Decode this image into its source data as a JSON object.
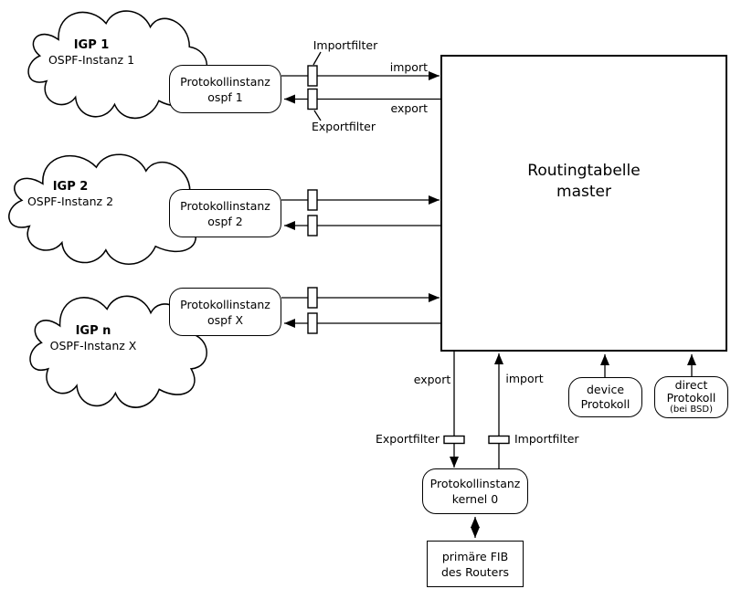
{
  "diagram": {
    "colors": {
      "stroke": "#000000",
      "background": "#ffffff"
    },
    "clouds": [
      {
        "title": "IGP 1",
        "subtitle": "OSPF-Instanz 1"
      },
      {
        "title": "IGP 2",
        "subtitle": "OSPF-Instanz 2"
      },
      {
        "title": "IGP n",
        "subtitle": "OSPF-Instanz X"
      }
    ],
    "protocol_boxes": [
      {
        "line1": "Protokollinstanz",
        "line2": "ospf 1"
      },
      {
        "line1": "Protokollinstanz",
        "line2": "ospf 2"
      },
      {
        "line1": "Protokollinstanz",
        "line2": "ospf X"
      }
    ],
    "routing_table": {
      "line1": "Routingtabelle",
      "line2": "master"
    },
    "labels": {
      "importfilter_top": "Importfilter",
      "exportfilter_top": "Exportfilter",
      "import_row1": "import",
      "export_row1": "export",
      "export_bottom": "export",
      "import_bottom": "import",
      "exportfilter_bottom": "Exportfilter",
      "importfilter_bottom": "Importfilter"
    },
    "kernel_box": {
      "line1": "Protokollinstanz",
      "line2": "kernel 0"
    },
    "device_box": {
      "line1": "device",
      "line2": "Protokoll"
    },
    "direct_box": {
      "line1": "direct",
      "line2": "Protokoll",
      "line3": "(bei BSD)"
    },
    "fib_box": {
      "line1": "primäre FIB",
      "line2": "des Routers"
    }
  }
}
